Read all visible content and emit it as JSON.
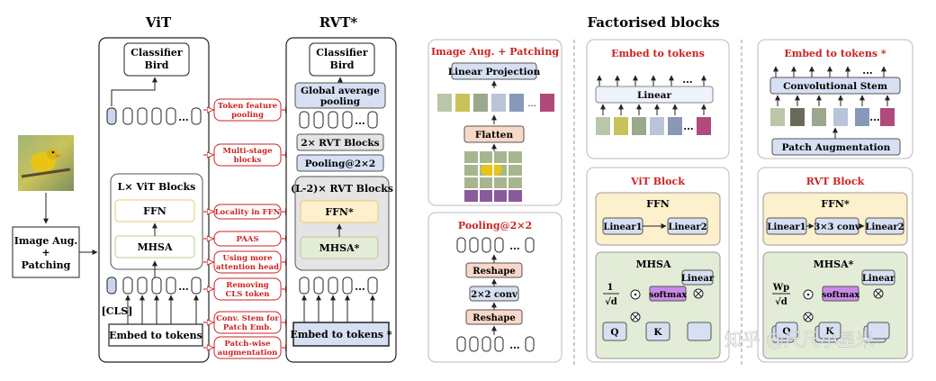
{
  "headings": {
    "vit": "ViT",
    "rvt": "RVT*",
    "factorised": "Factorised blocks"
  },
  "colors": {
    "red_label": "#cc2222",
    "blue_box": "#d6e0f2",
    "peach_box": "#f8d8c8",
    "yellow_box": "#fdf0cc",
    "green_box": "#e2ecd6",
    "purple_box": "#c98ae8",
    "gray_box": "#e4e4e4"
  },
  "input": {
    "image_aug_label": [
      "Image Aug.",
      "+",
      "Patching"
    ]
  },
  "vit_column": {
    "classifier": [
      "Classifier",
      "Bird"
    ],
    "ellipsis": "...",
    "blocks_title": "L× ViT Blocks",
    "ffn": "FFN",
    "mhsa": "MHSA",
    "cls": "[CLS]",
    "embed": "Embed to tokens"
  },
  "rvt_column": {
    "classifier": [
      "Classifier",
      "Bird"
    ],
    "gap": [
      "Global average",
      "pooling"
    ],
    "ellipsis": "...",
    "two_blocks": "2× RVT Blocks",
    "pooling": "Pooling@2×2",
    "blocks_title": "(L-2)× RVT Blocks",
    "ffn": "FFN*",
    "mhsa": "MHSA*",
    "embed": "Embed to tokens *"
  },
  "modifications": [
    [
      "Token feature",
      "pooling"
    ],
    [
      "Multi-stage",
      "blocks"
    ],
    [
      "Locality in FFN"
    ],
    [
      "PAAS"
    ],
    [
      "Using more",
      "attention head"
    ],
    [
      "Removing",
      "CLS token"
    ],
    [
      "Conv. Stem for",
      "Patch Emb."
    ],
    [
      "Patch-wise",
      "augmentation"
    ]
  ],
  "panel_patching": {
    "title": "Image Aug. + Patching",
    "linear_projection": "Linear Projection",
    "flatten": "Flatten"
  },
  "panel_pooling": {
    "title": "Pooling@2×2",
    "reshape_top": "Reshape",
    "conv": "2×2 conv",
    "reshape_bottom": "Reshape",
    "ellipsis": "..."
  },
  "panel_embed": {
    "title": "Embed to tokens",
    "linear": "Linear",
    "ellipsis": "..."
  },
  "panel_embed_star": {
    "title": "Embed to tokens *",
    "conv_stem": "Convolutional Stem",
    "patch_aug": "Patch Augmentation",
    "ellipsis": "..."
  },
  "panel_vit_block": {
    "title": "ViT Block",
    "ffn": "FFN",
    "linear1": "Linear1",
    "linear2": "Linear2",
    "mhsa": "MHSA",
    "linear": "Linear",
    "scale_num": "1",
    "scale_den": "√d",
    "softmax": "softmax",
    "q": "Q",
    "k": "K"
  },
  "panel_rvt_block": {
    "title": "RVT Block",
    "ffn": "FFN*",
    "linear1": "Linear1",
    "conv": "3×3 conv",
    "linear2": "Linear2",
    "mhsa": "MHSA*",
    "linear": "Linear",
    "scale_num": "Wp",
    "scale_den": "√d",
    "softmax": "softmax",
    "q": "Q",
    "k": "K"
  },
  "watermark": "知乎 @尺尺小星米"
}
